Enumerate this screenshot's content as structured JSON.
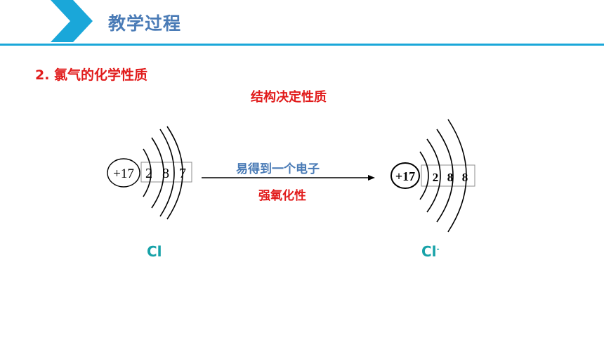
{
  "header": {
    "title": "教学过程"
  },
  "section": {
    "title": "2. 氯气的化学性质"
  },
  "subtitle": "结构决定性质",
  "process": {
    "top_label": "易得到一个电子",
    "bottom_label": "强氧化性"
  },
  "atom": {
    "nucleus": "+17",
    "shells": [
      "2",
      "8",
      "7"
    ],
    "symbol": "Cl"
  },
  "ion": {
    "nucleus": "+17",
    "shells": [
      "2",
      "8",
      "8"
    ],
    "symbol": "Cl",
    "charge": "-"
  },
  "colors": {
    "accent_blue": "#1aa7d9",
    "title_blue": "#4a7bb6",
    "red": "#e11b1b",
    "teal": "#17a2a8"
  }
}
